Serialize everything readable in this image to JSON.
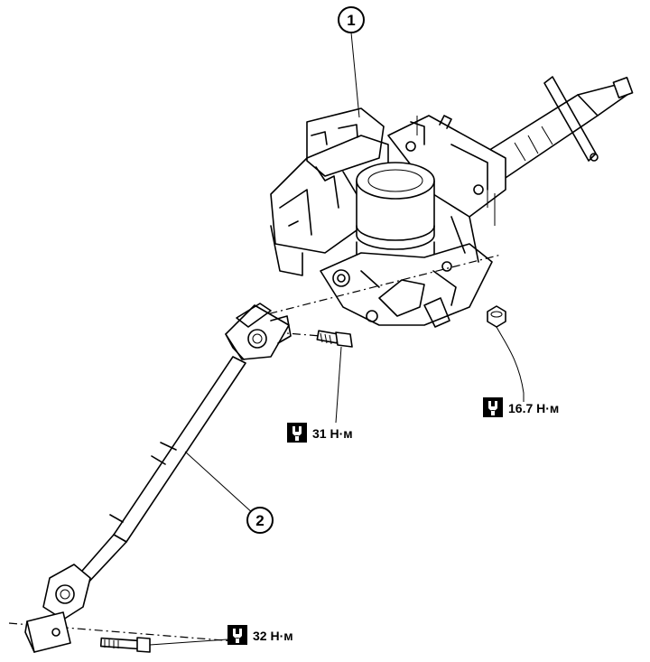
{
  "callouts": [
    {
      "id": "1"
    },
    {
      "id": "2"
    }
  ],
  "torques": [
    {
      "value": "16.7 Н·м",
      "icon": "torque-wrench-icon"
    },
    {
      "value": "31 Н·м",
      "icon": "torque-wrench-icon"
    },
    {
      "value": "32 Н·м",
      "icon": "torque-wrench-icon"
    }
  ]
}
